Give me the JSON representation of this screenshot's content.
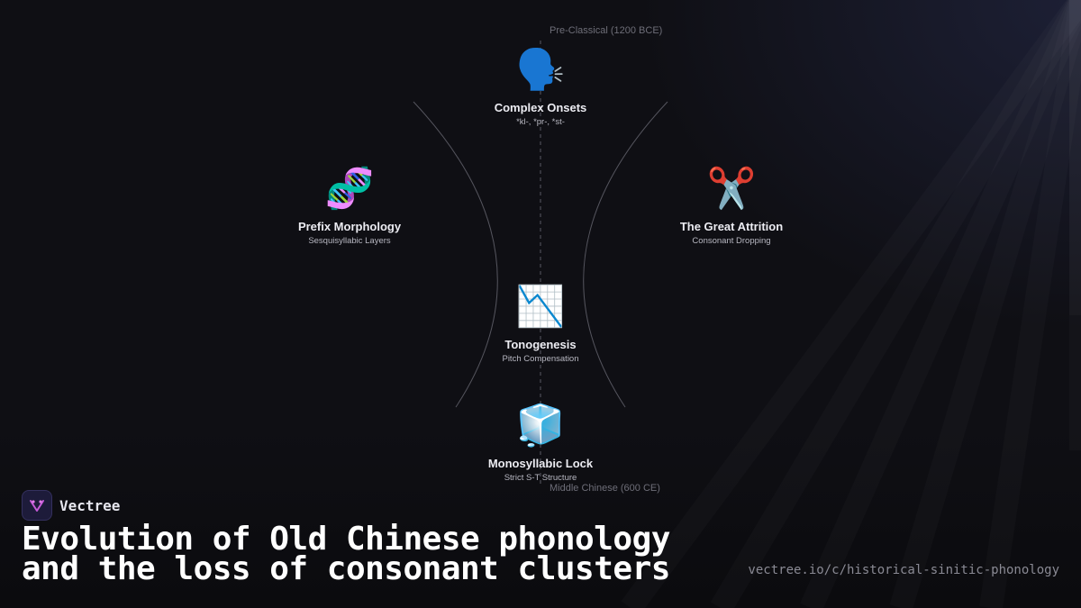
{
  "diagram": {
    "era_top": "Pre-Classical (1200 BCE)",
    "era_bottom": "Middle Chinese (600 CE)",
    "nodes": [
      {
        "icon": "speaking-head-icon",
        "emoji": "🗣️",
        "title": "Complex Onsets",
        "subtitle": "*kl-, *pr-, *st-"
      },
      {
        "icon": "dna-icon",
        "emoji": "🧬",
        "title": "Prefix Morphology",
        "subtitle": "Sesquisyllabic Layers"
      },
      {
        "icon": "scissors-icon",
        "emoji": "✂️",
        "title": "The Great Attrition",
        "subtitle": "Consonant Dropping"
      },
      {
        "icon": "chart-decreasing-icon",
        "emoji": "📉",
        "title": "Tonogenesis",
        "subtitle": "Pitch Compensation"
      },
      {
        "icon": "ice-cube-icon",
        "emoji": "🧊",
        "title": "Monosyllabic Lock",
        "subtitle": "Strict S-T Structure"
      }
    ]
  },
  "brand": {
    "name": "Vectree",
    "logo_icon": "vectree-logo-icon"
  },
  "headline": {
    "line1": "Evolution of Old Chinese phonology",
    "line2": "and the loss of consonant clusters"
  },
  "url": "vectree.io/c/historical-sinitic-phonology",
  "colors": {
    "background": "#0f0f14",
    "text": "#ececf2",
    "muted": "#6e6e78",
    "brand_accent": "#c65bd8"
  }
}
